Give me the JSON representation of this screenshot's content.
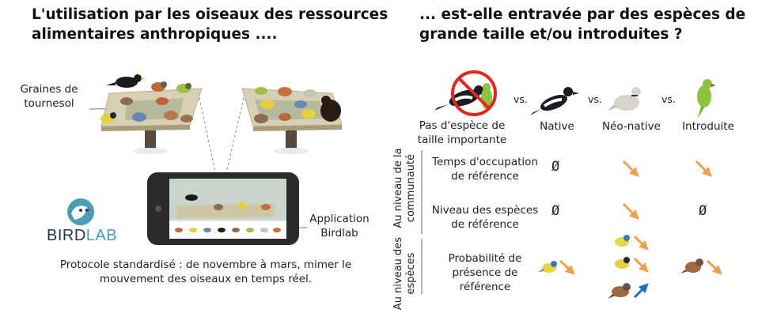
{
  "left": {
    "title_line1": "L'utilisation par les oiseaux des ressources",
    "title_line2": "alimentaires anthropiques ....",
    "seeds_label_line1": "Graines de",
    "seeds_label_line2": "tournesol",
    "logo_text_a": "BIRD",
    "logo_text_b": "LAB",
    "app_label_line1": "Application",
    "app_label_line2": "Birdlab",
    "protocol_line1": "Protocole standardisé : de novembre à mars, mimer le",
    "protocol_line2": "mouvement des oiseaux en temps réel."
  },
  "right": {
    "title_line1": "... est-elle entravée par des espèces de",
    "title_line2": "grande taille et/ou introduites ?",
    "vs": "vs.",
    "columns": [
      {
        "line1": "Pas d'espèce de",
        "line2": "taille importante"
      },
      {
        "line1": "Native"
      },
      {
        "line1": "Néo-native"
      },
      {
        "line1": "Introduite"
      }
    ],
    "group1_line1": "Au niveau de la",
    "group1_line2": "communauté",
    "group2_line1": "Au niveau des",
    "group2_line2": "espèces",
    "rows": [
      {
        "line1": "Temps d'occupation",
        "line2": "de référence",
        "ref": "Ø",
        "introduite": ""
      },
      {
        "line1": "Niveau des espèces",
        "line2": "de référence",
        "ref": "Ø",
        "introduite": "Ø"
      },
      {
        "line1": "Probabilité de",
        "line2": "présence de",
        "line3": "référence"
      }
    ]
  },
  "colors": {
    "decrease_arrow": "#f0a04b",
    "increase_arrow": "#1f6fb5",
    "prohibit_sign": "#e0281e",
    "logo_blue": "#4a9db5",
    "logo_dark": "#263845"
  }
}
